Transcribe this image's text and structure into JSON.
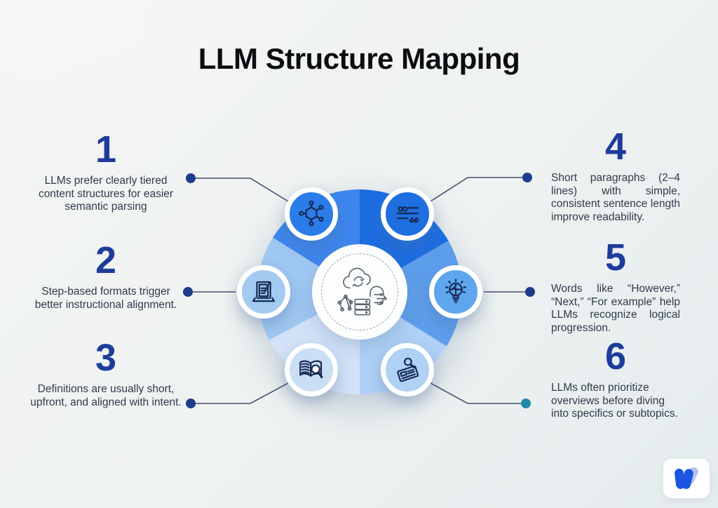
{
  "title": "LLM Structure Mapping",
  "items": [
    {
      "number": "1",
      "text": "LLMs prefer clearly tiered content structures for easier semantic parsing",
      "icon": "molecule-network-icon"
    },
    {
      "number": "2",
      "text": "Step-based formats trigger better instructional alignment.",
      "icon": "laptop-document-icon"
    },
    {
      "number": "3",
      "text": "Definitions are usually short, upfront, and aligned with intent.",
      "icon": "book-magnifier-icon"
    },
    {
      "number": "4",
      "text": "Short paragraphs (2–4 lines) with simple, consistent sentence length improve readability.",
      "icon": "quote-text-icon"
    },
    {
      "number": "5",
      "text": "Words like “However,” “Next,” “For example” help LLMs recognize logical progression.",
      "icon": "lightbulb-puzzle-icon"
    },
    {
      "number": "6",
      "text": "LLMs often prioritize overviews before diving into specifics or subtopics.",
      "icon": "newspaper-magnifier-icon"
    }
  ],
  "center_icon": "ai-cloud-data-brain-icon",
  "colors": {
    "bg_top": "#f3f5f3",
    "bg_bottom": "#e5ecee",
    "title": "#0c0d11",
    "number_blue": "#1e3c9c",
    "body_text": "#303a4b",
    "line": "#46506e",
    "dot_navy": "#1e3c8c",
    "dot_teal": "#1f87a8",
    "wedge_1": "#1c6de2",
    "wedge_2": "#5d9eeb",
    "wedge_3": "#b0d1f6",
    "wedge_4": "#d3e2f7",
    "wedge_5": "#9fc8f2",
    "wedge_6": "#3d86ee",
    "circle_molecule": "#2b7ce8",
    "circle_quotes": "#1f6fe0",
    "circle_laptop": "#a3cbf2",
    "circle_bulb": "#5ea7ee",
    "circle_book": "#cadff6",
    "circle_news": "#aed1f4",
    "icon_stroke": "#152a56",
    "center_icon_stroke": "#5b6370",
    "logo_blue": "#1d55e0",
    "logo_light": "#b9c4ef"
  }
}
